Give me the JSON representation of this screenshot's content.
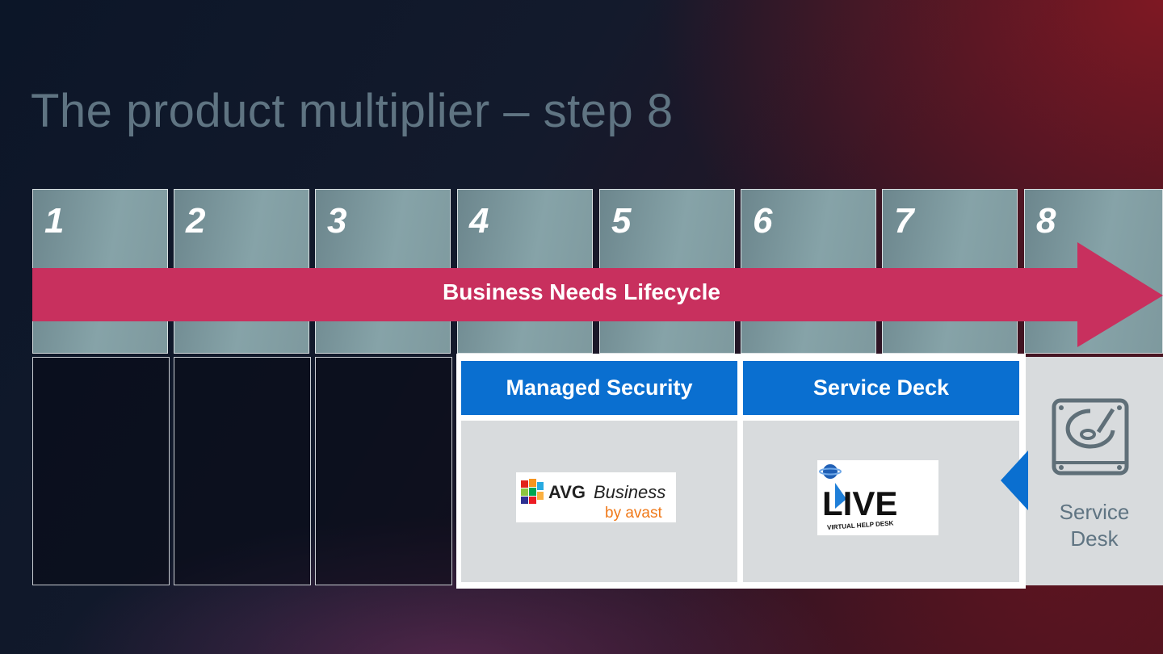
{
  "title": "The product multiplier – step 8",
  "steps": [
    "1",
    "2",
    "3",
    "4",
    "5",
    "6",
    "7",
    "8"
  ],
  "lifecycle_label": "Business Needs Lifecycle",
  "services": [
    {
      "header": "Managed Security",
      "logo": "avg-business-logo",
      "logo_text_main": "AVG",
      "logo_text_sub": "Business",
      "logo_text_by": "by avast"
    },
    {
      "header": "Service Deck",
      "logo": "live-virtual-help-desk-logo",
      "logo_text_main": "LIVE",
      "logo_text_sub": "VIRTUAL HELP DESK"
    }
  ],
  "service_desk": {
    "label_line1": "Service",
    "label_line2": "Desk",
    "icon": "hard-drive-icon"
  },
  "colors": {
    "arrow": "#c8305e",
    "header_blue": "#0a6fd0",
    "step_tile": "#7e999e",
    "panel": "#d8dbdd",
    "title": "#5f7482"
  }
}
